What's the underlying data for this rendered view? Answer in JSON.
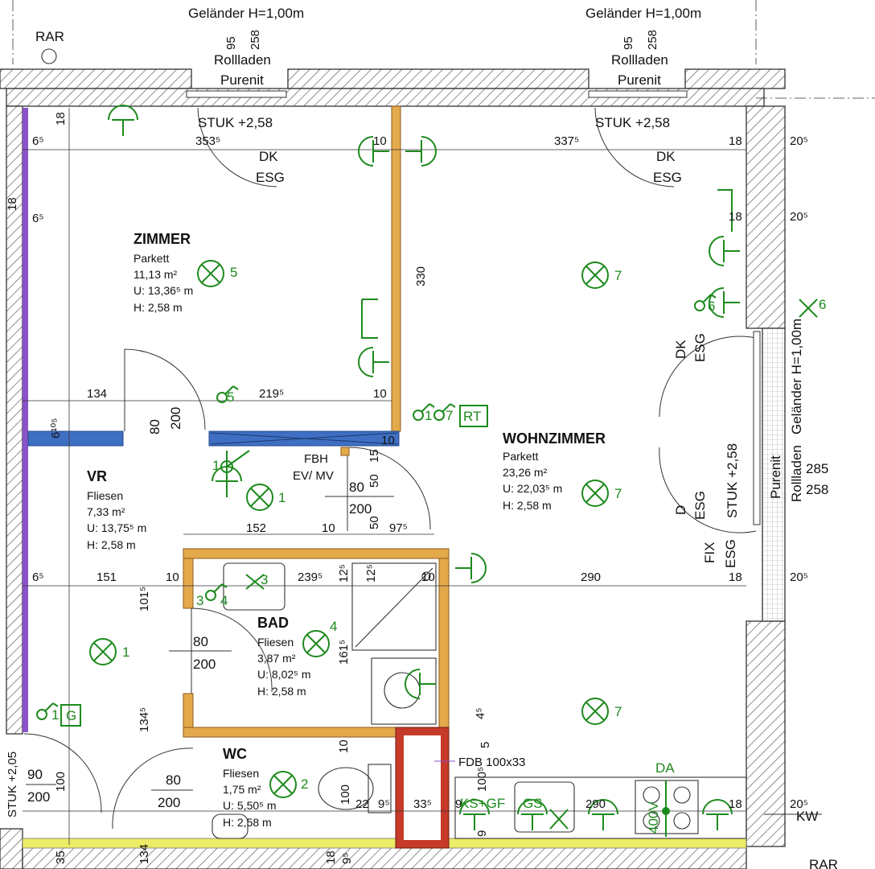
{
  "colors": {
    "outer_wall_hatch": "#555555",
    "interior_wall": "#e4a94b",
    "insulation_purple": "#8a52c8",
    "installation_blue": "#3f6fc2",
    "chimney_red": "#c63a2a",
    "baseboard_yellow": "#ecec66",
    "electrical_green": "#1d8a1d"
  },
  "header": {
    "rar": "RAR",
    "window1": {
      "rail": "Geländer H=1,00m",
      "h1": "95",
      "h2": "258",
      "shutter": "Rollladen",
      "brand": "Purenit",
      "stuk": "STUK +2,58",
      "dk": "DK",
      "esg": "ESG"
    },
    "window2": {
      "rail": "Geländer H=1,00m",
      "h1": "95",
      "h2": "258",
      "shutter": "Rollladen",
      "brand": "Purenit",
      "stuk": "STUK +2,58",
      "dk": "DK",
      "esg": "ESG"
    }
  },
  "east": {
    "dk": "DK",
    "esg": "ESG",
    "d": "D",
    "stuk": "STUK +2,58",
    "fix": "FIX",
    "rail": "Geländer H=1,00m",
    "purenit": "Purenit",
    "shutter": "Rollladen",
    "h285": "285",
    "h258": "258"
  },
  "rooms": [
    {
      "name": "ZIMMER",
      "floor": "Parkett",
      "area": "11,13 m²",
      "perimeter": "U: 13,36⁵ m",
      "height": "H: 2,58 m"
    },
    {
      "name": "WOHNZIMMER",
      "floor": "Parkett",
      "area": "23,26 m²",
      "perimeter": "U: 22,03⁵ m",
      "height": "H: 2,58 m"
    },
    {
      "name": "VR",
      "floor": "Fliesen",
      "area": "7,33 m²",
      "perimeter": "U: 13,75⁵ m",
      "height": "H: 2,58 m"
    },
    {
      "name": "BAD",
      "floor": "Fliesen",
      "area": "3,87 m²",
      "perimeter": "U: 8,02⁵ m",
      "height": "H: 2,58 m"
    },
    {
      "name": "WC",
      "floor": "Fliesen",
      "area": "1,75 m²",
      "perimeter": "U: 5,50⁵ m",
      "height": "H: 2,58 m"
    }
  ],
  "doors": {
    "zimmer": {
      "w": "80",
      "h": "200"
    },
    "wohn": {
      "w": "80",
      "h": "200"
    },
    "bad": {
      "w": "80",
      "h": "200"
    },
    "wc": {
      "w": "80",
      "h": "200"
    },
    "entry": {
      "w": "90",
      "h": "200",
      "stuk": "STUK +2,05"
    }
  },
  "dims": {
    "d18a": "18",
    "d6a": "6⁵",
    "d353": "353⁵",
    "d18b": "18",
    "d6b": "6⁵",
    "d10a": "10",
    "d337": "337⁵",
    "d18c": "18",
    "d20a": "20⁵",
    "d18d": "18",
    "d20b": "20⁵",
    "d330": "330",
    "d134": "134",
    "d219": "219⁵",
    "d10b": "10",
    "d610": "6¹⁰⁵",
    "d200z": "200",
    "d15": "15",
    "d50a": "50",
    "d50b": "50",
    "d97": "97⁵",
    "d152": "152",
    "d10c": "10",
    "d6c": "6⁵",
    "d151": "151",
    "d10d": "10",
    "d239": "239⁵",
    "d125a": "12⁵",
    "d125b": "12⁵",
    "d10e": "10",
    "d290a": "290",
    "d18e": "18",
    "d20c": "20⁵",
    "d101": "101⁵",
    "d161": "161⁵",
    "d134b": "134⁵",
    "d45": "4⁵",
    "d5": "5",
    "d10f": "10",
    "d100": "100",
    "d100b": "100⁵",
    "d22": "22",
    "d95": "9⁵",
    "d33": "33⁵",
    "d9a": "9",
    "d290b": "290",
    "d18f": "18",
    "d20d": "20⁵",
    "d35": "35",
    "d134c": "134",
    "d18g": "18",
    "d9b": "9⁵",
    "d10v": "10",
    "d9c": "9"
  },
  "labels": {
    "fbh": "FBH",
    "evmv": "EV/ MV",
    "fdb": "FDB 100x33",
    "ks_gf": "KS+GF",
    "gs": "GS",
    "da": "DA",
    "v400": "400V",
    "kw": "KW",
    "rar_bottom": "RAR"
  },
  "symbols": {
    "light_zimmer": "5",
    "light_wohn1": "7",
    "light_wohn2": "7",
    "light_wohn3": "7",
    "light_vr": "1",
    "light_vr2": "1",
    "light_bad": "4",
    "light_wc": "2",
    "sw_zimmer": "5",
    "sw_wohn": "1",
    "sw_wohn_b": "7",
    "rt": "RT",
    "sw_vr": "1",
    "g": "G",
    "sw_east": "6",
    "x_east": "6",
    "bad_a": "3",
    "bad_b": "4",
    "bad_c": "3",
    "vr_sw": "1"
  }
}
